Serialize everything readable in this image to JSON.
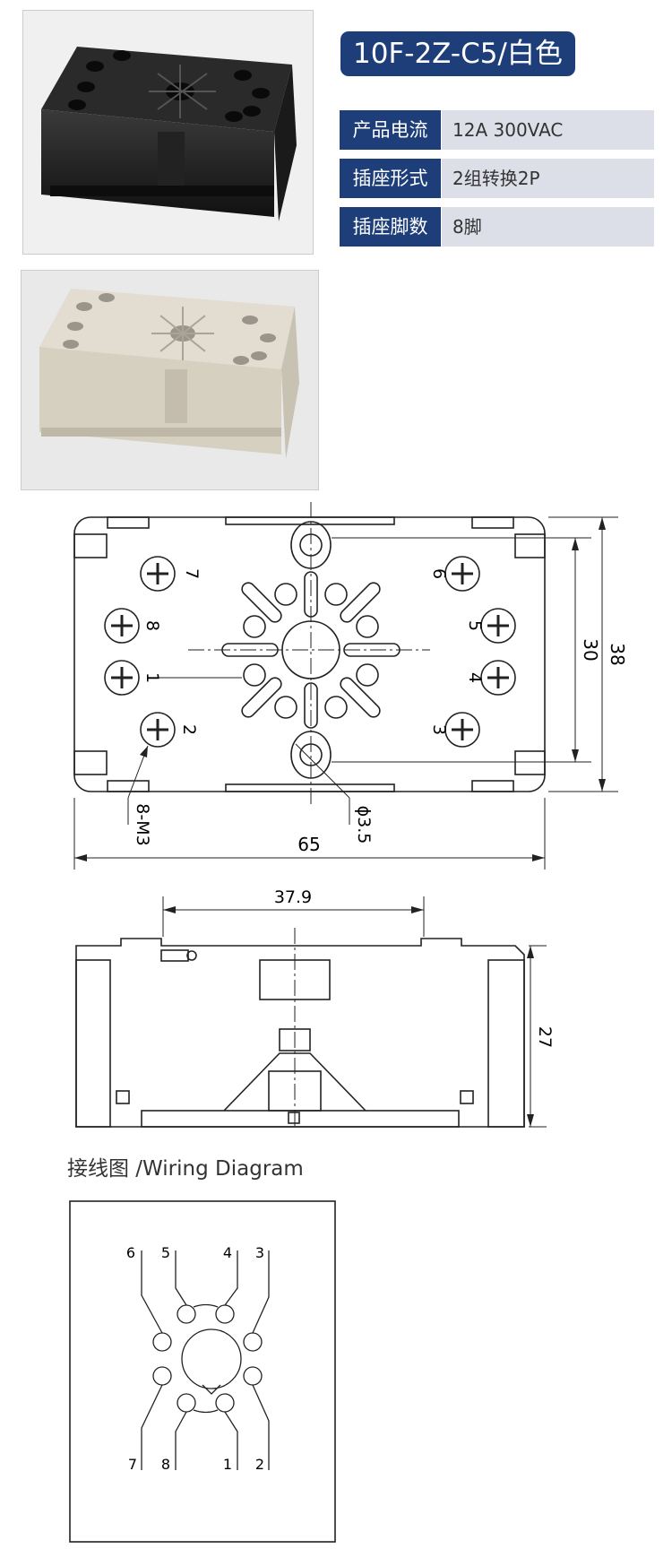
{
  "product": {
    "title": "10F-2Z-C5/白色",
    "specs": [
      {
        "key": "产品电流",
        "value": "12A 300VAC"
      },
      {
        "key": "插座形式",
        "value": "2组转换2P"
      },
      {
        "key": "插座脚数",
        "value": "8脚"
      }
    ]
  },
  "top_view": {
    "terminals": {
      "t1": "1",
      "t2": "2",
      "t3": "3",
      "t4": "4",
      "t5": "5",
      "t6": "6",
      "t7": "7",
      "t8": "8"
    },
    "dim_width": "65",
    "dim_height_outer": "38",
    "dim_height_inner": "30",
    "screw_label": "8-M3",
    "hole_label": "ϕ3.5"
  },
  "side_view": {
    "dim_span": "37.9",
    "dim_height": "27"
  },
  "wiring": {
    "caption": "接线图 /Wiring Diagram",
    "pins": {
      "p1": "1",
      "p2": "2",
      "p3": "3",
      "p4": "4",
      "p5": "5",
      "p6": "6",
      "p7": "7",
      "p8": "8"
    }
  },
  "colors": {
    "brand_blue": "#1e3e7a",
    "value_bg": "#dcdfe8"
  }
}
